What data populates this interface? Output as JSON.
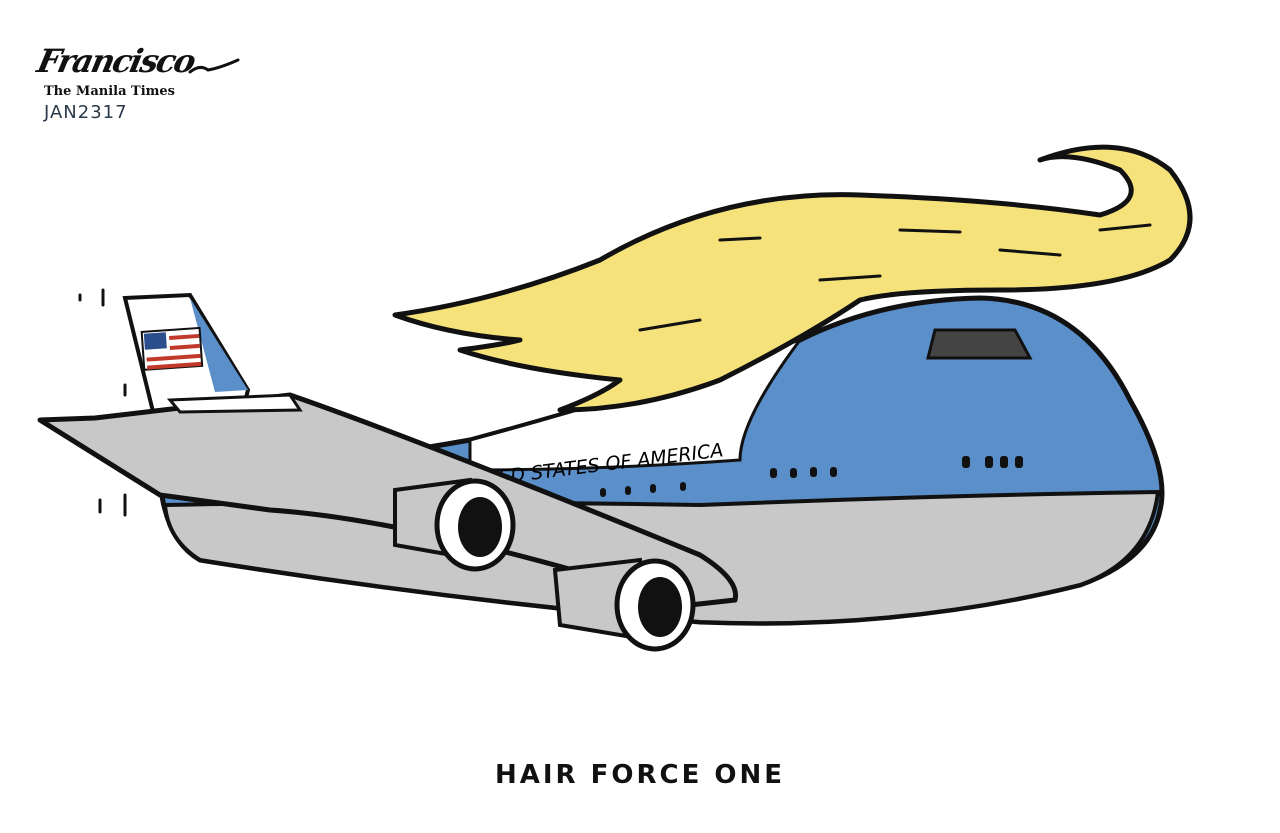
{
  "signature": {
    "artist": "Francisco",
    "publication": "The Manila Times",
    "date": "JAN2317"
  },
  "plane": {
    "fuselage_text": "TED STATES OF AMERICA"
  },
  "caption": "HAIR FORCE ONE",
  "colors": {
    "blue": "#5b8fc9",
    "hair": "#f5e27a",
    "gray": "#c8c8c8",
    "outline": "#111111",
    "flag_red": "#c0392b"
  }
}
